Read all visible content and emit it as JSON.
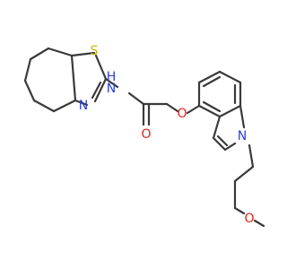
{
  "atoms": {
    "S": {
      "label": "S",
      "color": "#c8b400"
    },
    "N_thiazole": {
      "label": "N",
      "color": "#2c3fd6"
    },
    "NH": {
      "label": "N",
      "color": "#2c3fd6"
    },
    "H": {
      "label": "H",
      "color": "#2c3fd6"
    },
    "O_carbonyl": {
      "label": "O",
      "color": "#e0221b"
    },
    "O_ether": {
      "label": "O",
      "color": "#e0221b"
    },
    "N_indole": {
      "label": "N",
      "color": "#2c3fd6"
    },
    "O_methoxy": {
      "label": "O",
      "color": "#e0221b"
    }
  },
  "colors": {
    "bond": "#3a3a3a",
    "background": "#ffffff"
  }
}
